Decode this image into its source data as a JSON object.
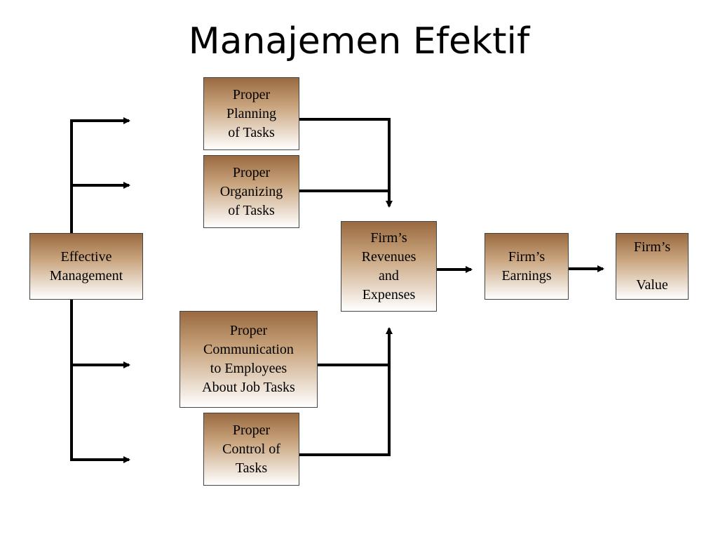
{
  "title": "Manajemen Efektif",
  "nodes": {
    "effective_management": "Effective\nManagement",
    "planning": "Proper\nPlanning\nof Tasks",
    "organizing": "Proper\nOrganizing\nof Tasks",
    "communication": "Proper\nCommunication\nto Employees\nAbout Job Tasks",
    "control": "Proper\nControl  of\nTasks",
    "revenues_expenses": "Firm’s\nRevenues\nand\nExpenses",
    "earnings": "Firm’s\nEarnings",
    "value": "Firm’s\n\nValue"
  },
  "colors": {
    "box_top": "#9a6a40",
    "box_mid": "#c9a57f",
    "box_bottom": "#ffffff",
    "connector": "#000000"
  }
}
